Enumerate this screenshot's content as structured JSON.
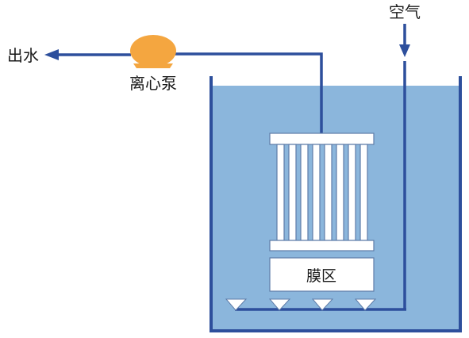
{
  "labels": {
    "outlet": "出水",
    "pump": "离心泵",
    "air": "空气",
    "membrane": "膜区"
  },
  "colors": {
    "water": "#8bb6dc",
    "pipe": "#2d4f9c",
    "pump": "#f4a640",
    "module": "#ffffff"
  }
}
